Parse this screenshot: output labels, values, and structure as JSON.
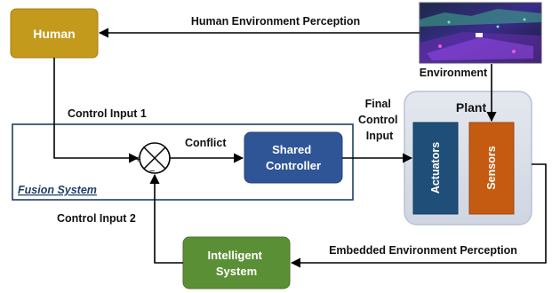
{
  "nodes": {
    "human": "Human",
    "environment": "Environment",
    "plant": "Plant",
    "actuators": "Actuators",
    "sensors": "Sensors",
    "shared_controller": [
      "Shared",
      "Controller"
    ],
    "intelligent_system": [
      "Intelligent",
      "System"
    ],
    "fusion_system": "Fusion System",
    "junction_plus": "+",
    "junction_minus": "−"
  },
  "edges": {
    "human_env_perception": "Human Environment Perception",
    "control_input_1": "Control Input 1",
    "control_input_2": "Control Input 2",
    "conflict": "Conflict",
    "final_control_input": [
      "Final",
      "Control",
      "Input"
    ],
    "embedded_env_perception": "Embedded Environment Perception"
  },
  "colors": {
    "human": "#c49a1c",
    "shared_controller": "#2f5597",
    "intelligent_system": "#5b8f35",
    "actuators": "#1f4e79",
    "sensors": "#c55a11",
    "plant": "#d6dce5",
    "fusion_border": "#1f3f66",
    "fusion_label": "#1f3f66"
  }
}
